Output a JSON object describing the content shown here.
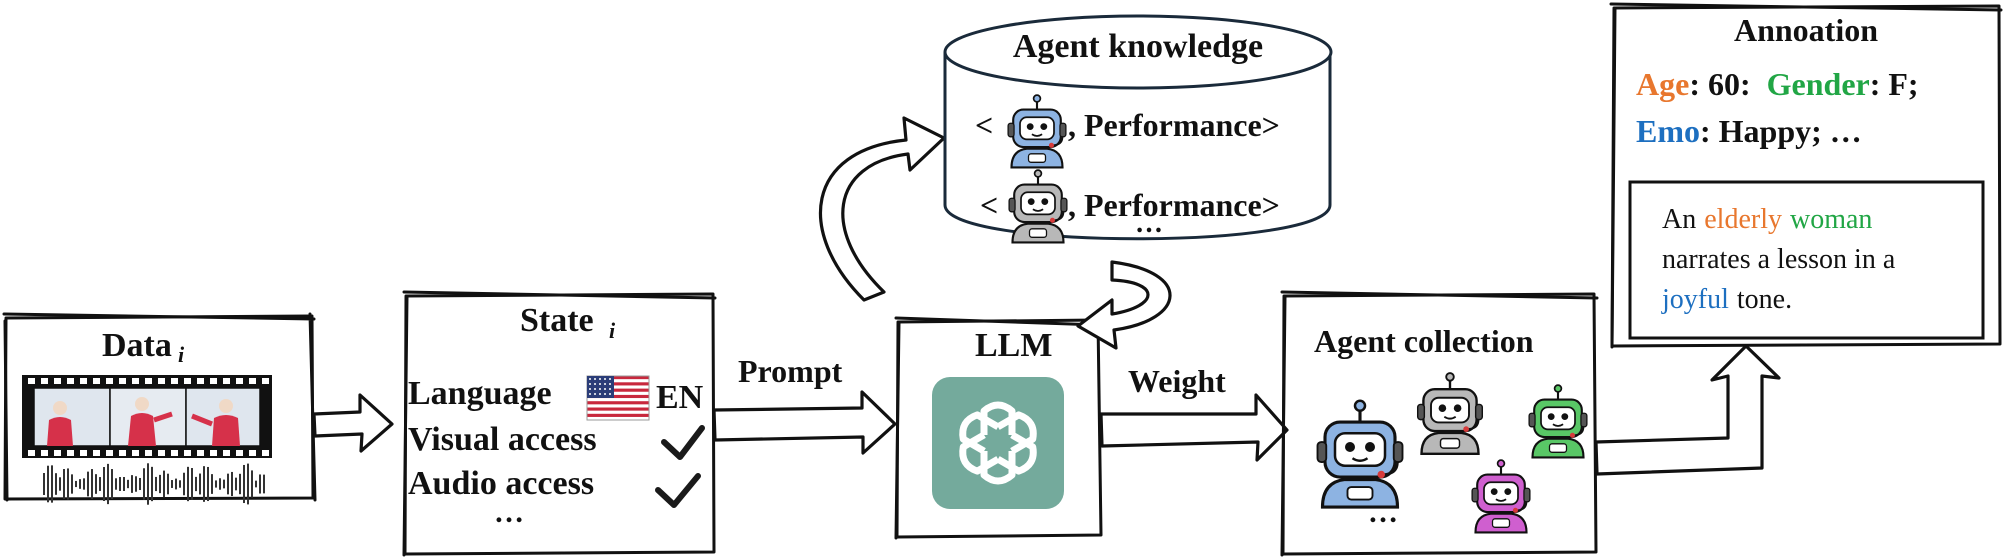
{
  "data_box": {
    "title_main": "Data",
    "title_sub": "i"
  },
  "state_box": {
    "title_main": "State",
    "title_sub": "i",
    "language_label": "Language",
    "language_code": "EN",
    "visual_label": "Visual access",
    "audio_label": "Audio access",
    "more": "…"
  },
  "arrows": {
    "prompt": "Prompt",
    "weight": "Weight"
  },
  "llm_box": {
    "title": "LLM"
  },
  "knowledge": {
    "title": "Agent knowledge",
    "row1_prefix": "<",
    "row1_text": ", Performance>",
    "row2_prefix": "<",
    "row2_text": ", Performance>",
    "more": "…"
  },
  "collection": {
    "title": "Agent collection",
    "more": "…"
  },
  "annotation": {
    "title": "Annoation",
    "age_key": "Age",
    "age_val": ": 60:",
    "gender_key": "Gender",
    "gender_val": ": F;",
    "emo_key": "Emo",
    "emo_val": ": Happy; …",
    "caption_w1": "An",
    "caption_w2": "elderly",
    "caption_w3": "woman",
    "caption_line2": "narrates a lesson in a",
    "caption_w4": "joyful",
    "caption_w5": "tone."
  },
  "colors": {
    "age": "#e8772e",
    "gender": "#21a645",
    "emo": "#1d6fc0",
    "robot_blue": "#8db3e2",
    "robot_gray": "#b8b8b8",
    "robot_green": "#59c766",
    "robot_purple": "#cf5fcf",
    "llm_bg": "#74aa9c",
    "flag_red": "#c8283d",
    "flag_blue": "#2b3d78"
  },
  "icons": [
    "film-strip-icon",
    "audio-waveform-icon",
    "us-flag-icon",
    "checkmark-icon",
    "openai-logo-icon",
    "robot-agent-icon"
  ]
}
